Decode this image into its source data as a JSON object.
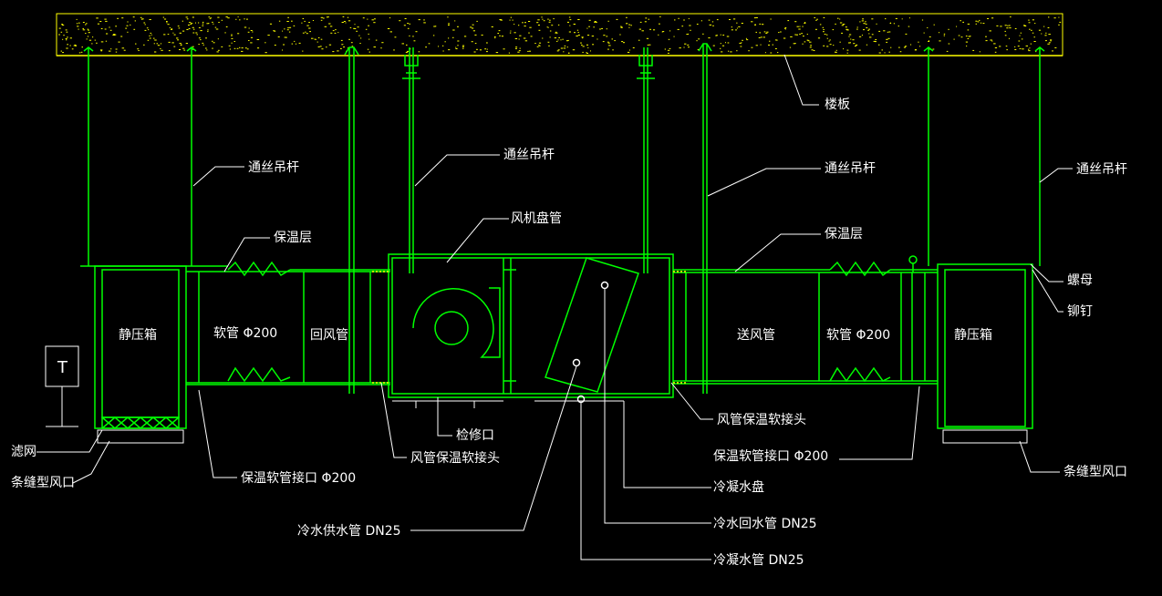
{
  "colors": {
    "background": "#000000",
    "line": "#00ff00",
    "concrete": "#ffff00",
    "label": "#ffffff"
  },
  "labels": {
    "slab": "楼板",
    "rod_left": "通丝吊杆",
    "rod_mid": "通丝吊杆",
    "rod_right": "通丝吊杆",
    "rod_far_right": "通丝吊杆",
    "fcu": "风机盘管",
    "insulation_left": "保温层",
    "insulation_right": "保温层",
    "nut": "螺母",
    "rivet": "铆钉",
    "plenum_left": "静压箱",
    "plenum_right": "静压箱",
    "hose_left": "软管 Φ200",
    "hose_right": "软管 Φ200",
    "return_duct": "回风管",
    "supply_duct": "送风管",
    "filter": "滤网",
    "slot_left": "条缝型风口",
    "slot_right": "条缝型风口",
    "access": "检修口",
    "joint_left": "风管保温软接头",
    "joint_right": "风管保温软接头",
    "hose_conn_left": "保温软管接口 Φ200",
    "hose_conn_right": "保温软管接口 Φ200",
    "drain_pan": "冷凝水盘",
    "cw_supply": "冷水供水管 DN25",
    "cw_return": "冷水回水管 DN25",
    "condensate": "冷凝水管 DN25",
    "symbol_t": "T"
  }
}
